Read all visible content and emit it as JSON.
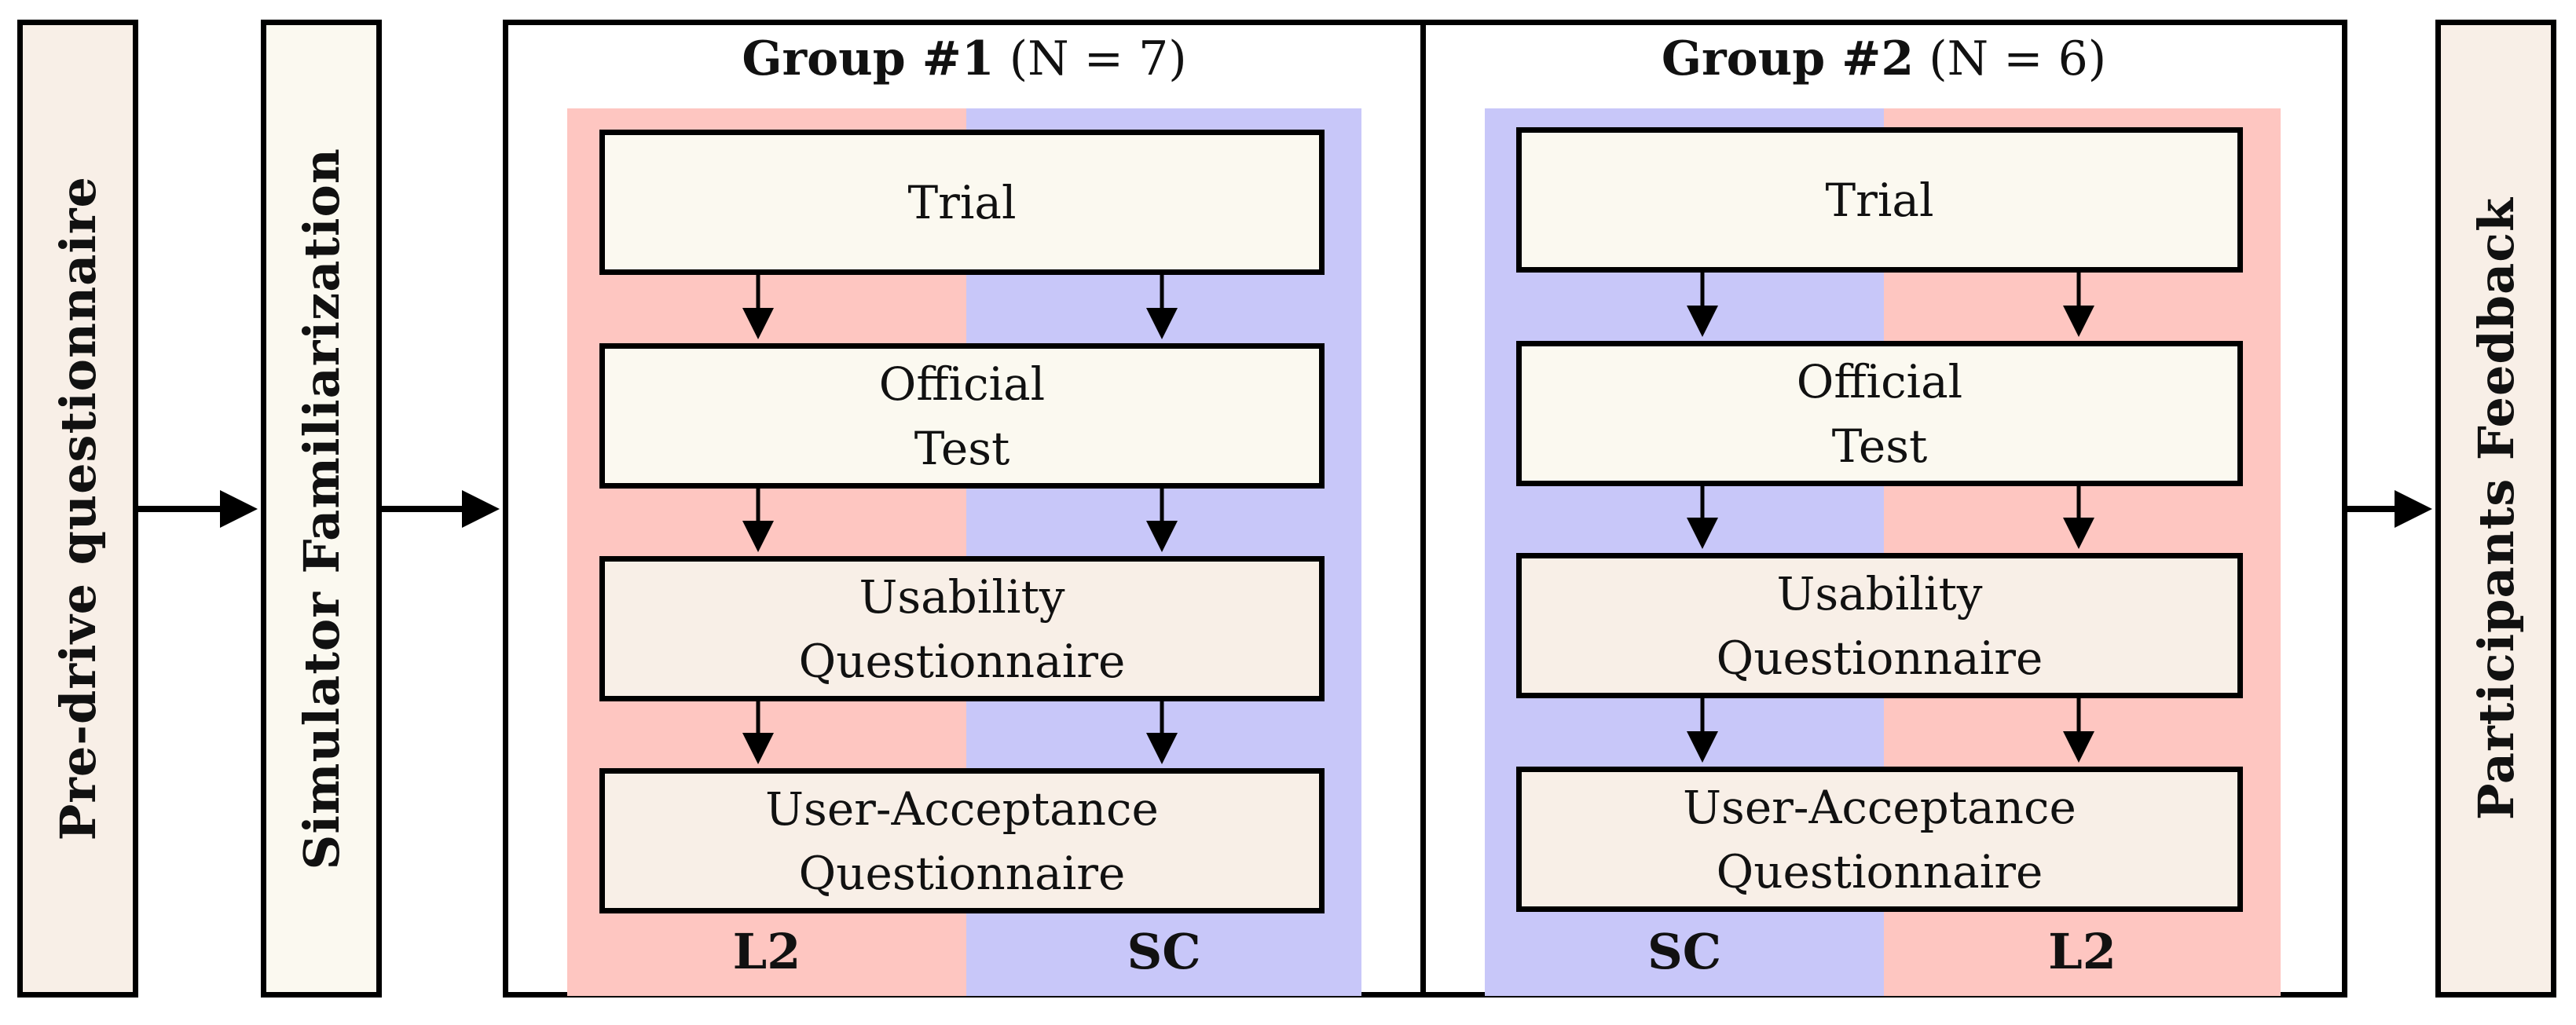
{
  "stages": {
    "pre_drive": "Pre-drive questionnaire",
    "simulator": "Simulator Familiarization",
    "feedback": "Participants Feedback"
  },
  "groups": [
    {
      "title": "Group #1",
      "count": "(N = 7)",
      "left_label": "L2",
      "right_label": "SC",
      "steps": [
        {
          "line1": "Trial",
          "line2": ""
        },
        {
          "line1": "Official",
          "line2": "Test"
        },
        {
          "line1": "Usability",
          "line2": "Questionnaire"
        },
        {
          "line1": "User-Acceptance",
          "line2": "Questionnaire"
        }
      ]
    },
    {
      "title": "Group #2",
      "count": "(N = 6)",
      "left_label": "SC",
      "right_label": "L2",
      "steps": [
        {
          "line1": "Trial",
          "line2": ""
        },
        {
          "line1": "Official",
          "line2": "Test"
        },
        {
          "line1": "Usability",
          "line2": "Questionnaire"
        },
        {
          "line1": "User-Acceptance",
          "line2": "Questionnaire"
        }
      ]
    }
  ],
  "colors": {
    "l2_stripe": "#fec6c1",
    "sc_stripe": "#c8c7f9",
    "step_light": "#fbf9f0",
    "step_beige": "#f8efe7"
  }
}
